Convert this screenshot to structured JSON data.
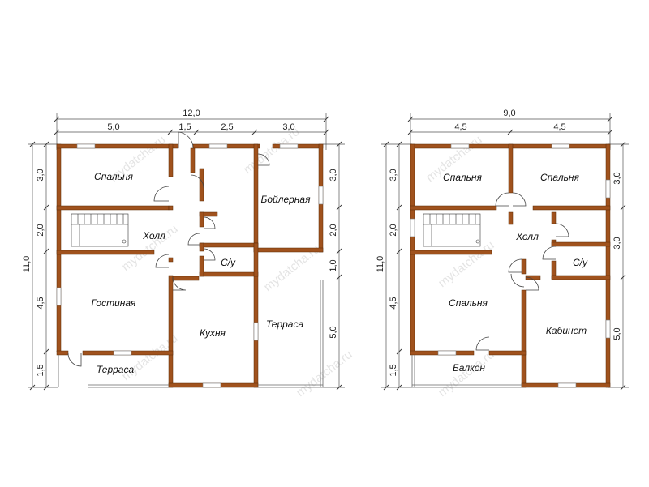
{
  "watermark": "mydatcha.ru",
  "floor1": {
    "dims_top_total": "12,0",
    "dims_top": [
      "5,0",
      "1,5",
      "2,5",
      "3,0"
    ],
    "dims_left_total": "11,0",
    "dims_left": [
      "3,0",
      "2,0",
      "4,5",
      "1,5"
    ],
    "dims_right": [
      "3,0",
      "2,0",
      "1,0",
      "5,0"
    ],
    "rooms": {
      "bedroom": "Спальня",
      "hall": "Холл",
      "boiler": "Бойлерная",
      "wc": "С/у",
      "living": "Гостиная",
      "kitchen": "Кухня",
      "terrace_right": "Терраса",
      "terrace_bottom": "Терраса"
    }
  },
  "floor2": {
    "dims_top_total": "9,0",
    "dims_top": [
      "4,5",
      "4,5"
    ],
    "dims_left_total": "11,0",
    "dims_left": [
      "3,0",
      "2,0",
      "4,5",
      "1,5"
    ],
    "dims_right": [
      "3,0",
      "3,0",
      "5,0"
    ],
    "rooms": {
      "bedroom_left": "Спальня",
      "bedroom_right": "Спальня",
      "hall": "Холл",
      "wc": "С/у",
      "bedroom_big": "Спальня",
      "office": "Кабинет",
      "balcony": "Балкон"
    }
  }
}
